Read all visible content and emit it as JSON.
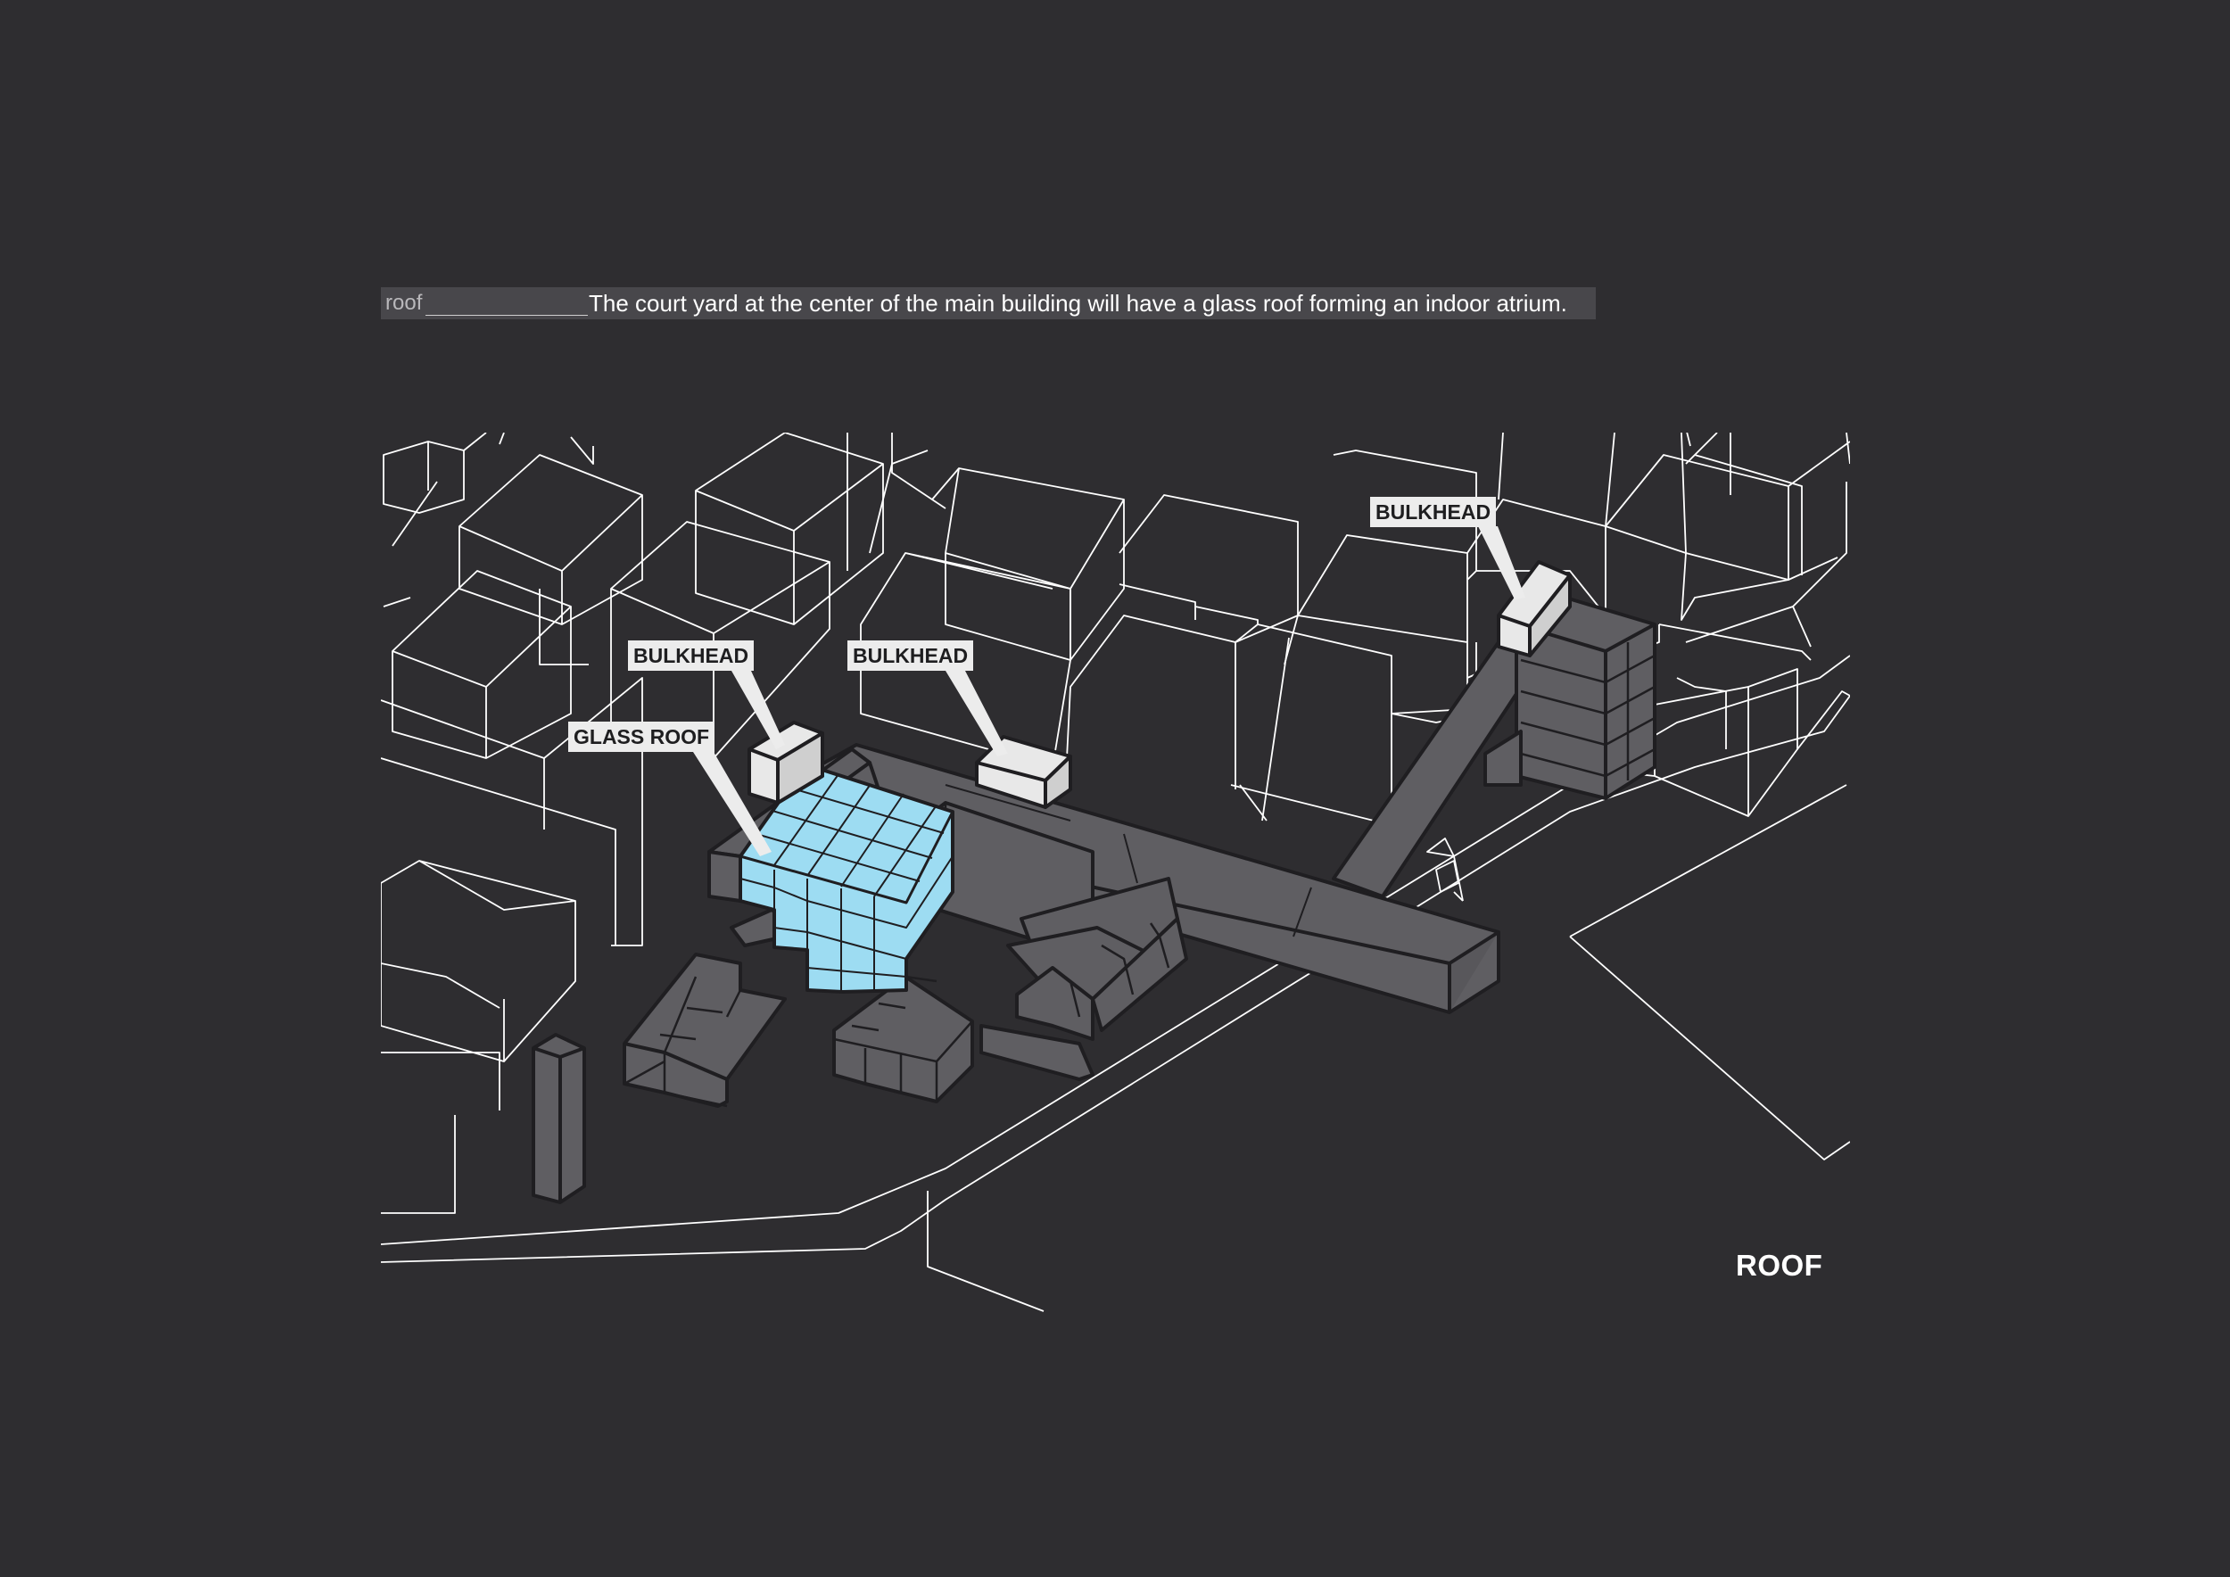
{
  "caption": {
    "key": "roof",
    "text": "The court yard at the center of the main building will have a glass roof forming an indoor atrium."
  },
  "labels": {
    "bulkhead_left": "BULKHEAD",
    "bulkhead_middle": "BULKHEAD",
    "bulkhead_right": "BULKHEAD",
    "glass_roof": "GLASS ROOF"
  },
  "view_title": "ROOF",
  "colors": {
    "background": "#2e2d30",
    "building_fill": "#5f5e62",
    "glass_roof": "#9ddcf2",
    "bulkhead": "#e8e8e8",
    "context_lines": "#ffffff"
  }
}
